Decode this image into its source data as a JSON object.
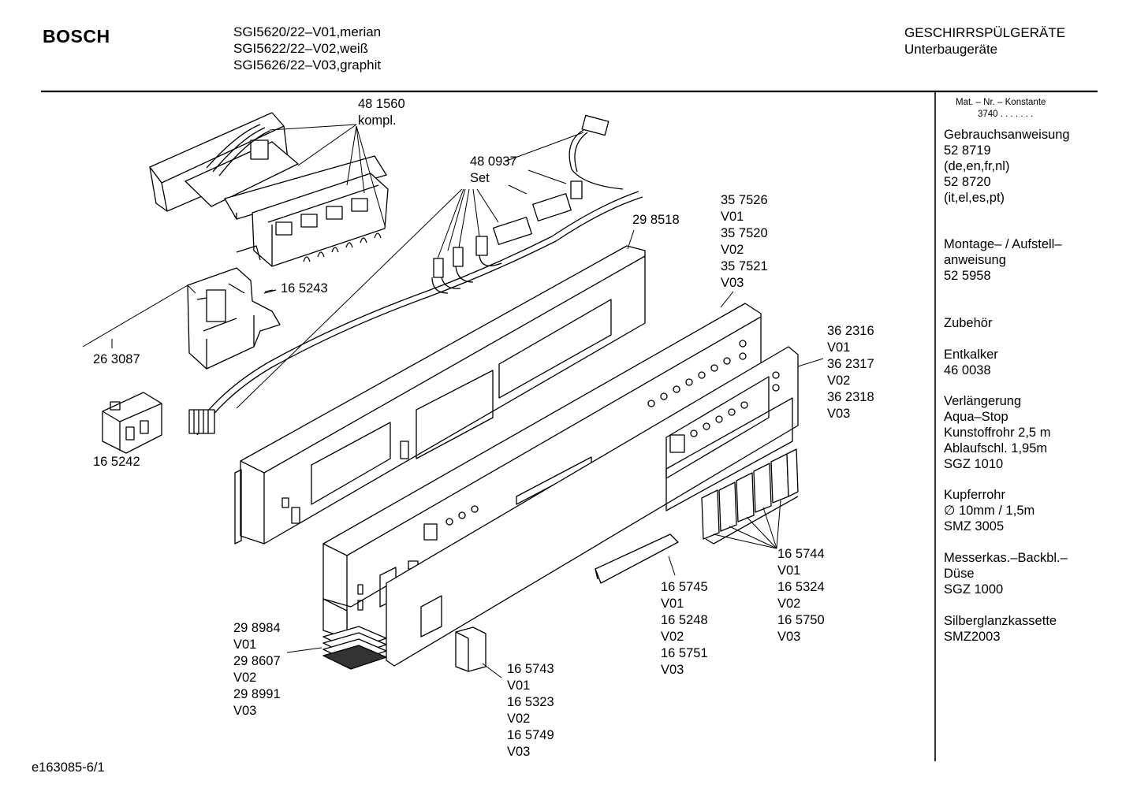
{
  "header": {
    "brand": "BOSCH",
    "models": [
      "SGI5620/22–V01,merian",
      "SGI5622/22–V02,weiß",
      "SGI5626/22–V03,graphit"
    ],
    "category": "GESCHIRRSPÜLGERÄTE",
    "subcategory": "Unterbaugeräte"
  },
  "sidebar": {
    "constant_label": "Mat. – Nr. – Konstante",
    "constant_value": "3740  .  .  .   .  .  .  .",
    "sections": [
      "Gebrauchsanweisung\n52 8719\n(de,en,fr,nl)\n52 8720\n(it,el,es,pt)",
      "Montage– / Aufstell–\nanweisung\n52 5958",
      "Zubehör",
      "Entkalker\n46 0038",
      "Verlängerung\nAqua–Stop\nKunstoffrohr 2,5 m\nAblaufschl. 1,95m\nSGZ 1010",
      "Kupferrohr\n∅ 10mm / 1,5m\nSMZ 3005",
      "Messerkas.–Backbl.–\nDüse\nSGZ 1000",
      "Silberglanzkassette\nSMZ2003"
    ]
  },
  "parts": {
    "p481560": "48 1560\nkompl.",
    "p480937": "48 0937\nSet",
    "p165243": "16 5243",
    "p263087": "26 3087",
    "p165242": "16 5242",
    "p298518": "29 8518",
    "p357526": "35 7526\nV01\n35 7520\nV02\n35 7521\nV03",
    "p362316": "36 2316\nV01\n36 2317\nV02\n36 2318\nV03",
    "p165744": "16 5744\nV01\n16 5324\nV02\n16 5750\nV03",
    "p165745": "16 5745\nV01\n16 5248\nV02\n16 5751\nV03",
    "p298984": "29 8984\nV01\n29 8607\nV02\n29 8991\nV03",
    "p165743": "16 5743\nV01\n16 5323\nV02\n16 5749\nV03"
  },
  "footer": {
    "code": "e163085-6/1"
  }
}
